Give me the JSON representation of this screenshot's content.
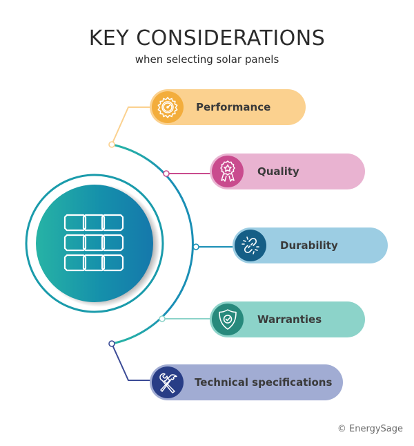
{
  "header": {
    "title": "KEY CONSIDERATIONS",
    "subtitle": "when selecting solar panels"
  },
  "center": {
    "icon": "solar-panel-icon",
    "gradient_start": "#27b3a5",
    "gradient_end": "#1578ab",
    "ring_color": "#1a8fa8"
  },
  "items": [
    {
      "label": "Performance",
      "icon": "gauge-gear-icon",
      "pill_color": "#fbd18f",
      "icon_bg": "#f3ad3c",
      "line_color": "#fbd18f"
    },
    {
      "label": "Quality",
      "icon": "award-ribbon-icon",
      "pill_color": "#e9b3d1",
      "icon_bg": "#c94b8e",
      "line_color": "#c94b8e"
    },
    {
      "label": "Durability",
      "icon": "broken-link-icon",
      "pill_color": "#9ccde3",
      "icon_bg": "#155e86",
      "line_color": "#1a8fb5"
    },
    {
      "label": "Warranties",
      "icon": "shield-check-icon",
      "pill_color": "#8cd3c9",
      "icon_bg": "#27897c",
      "line_color": "#8cd3c9"
    },
    {
      "label": "Technical specifications",
      "icon": "tools-icon",
      "pill_color": "#a1acd3",
      "icon_bg": "#283d86",
      "line_color": "#3b4b96"
    }
  ],
  "footer": {
    "credit": "© EnergySage"
  }
}
